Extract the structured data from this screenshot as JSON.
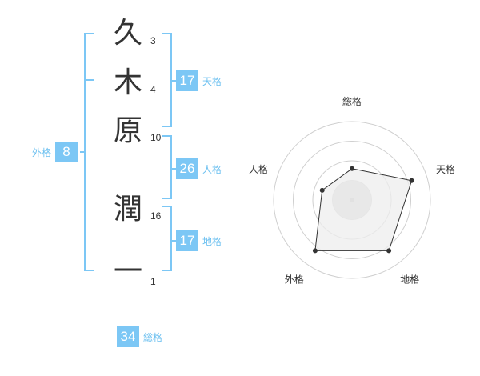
{
  "colors": {
    "accent": "#7cc7f5",
    "label": "#6cc0f0",
    "text": "#333333",
    "ring": "#cfcfcf",
    "polygon_fill": "#eeeeee",
    "polygon_stroke": "#333333"
  },
  "name": {
    "characters": [
      {
        "char": "久",
        "strokes": "3"
      },
      {
        "char": "木",
        "strokes": "4"
      },
      {
        "char": "原",
        "strokes": "10"
      },
      {
        "char": "潤",
        "strokes": "16"
      },
      {
        "char": "一",
        "strokes": "1"
      }
    ]
  },
  "fortunes": {
    "tenkaku": {
      "value": "17",
      "label": "天格"
    },
    "jinkaku": {
      "value": "26",
      "label": "人格"
    },
    "chikaku": {
      "value": "17",
      "label": "地格"
    },
    "gaikaku": {
      "value": "8",
      "label": "外格"
    },
    "soukaku": {
      "value": "34",
      "label": "総格"
    }
  },
  "chart_data": {
    "type": "radar",
    "axes": [
      "総格",
      "天格",
      "地格",
      "外格",
      "人格"
    ],
    "values": [
      0.4,
      0.8,
      0.8,
      0.8,
      0.4
    ],
    "scale_max": 1,
    "rings": 4
  }
}
